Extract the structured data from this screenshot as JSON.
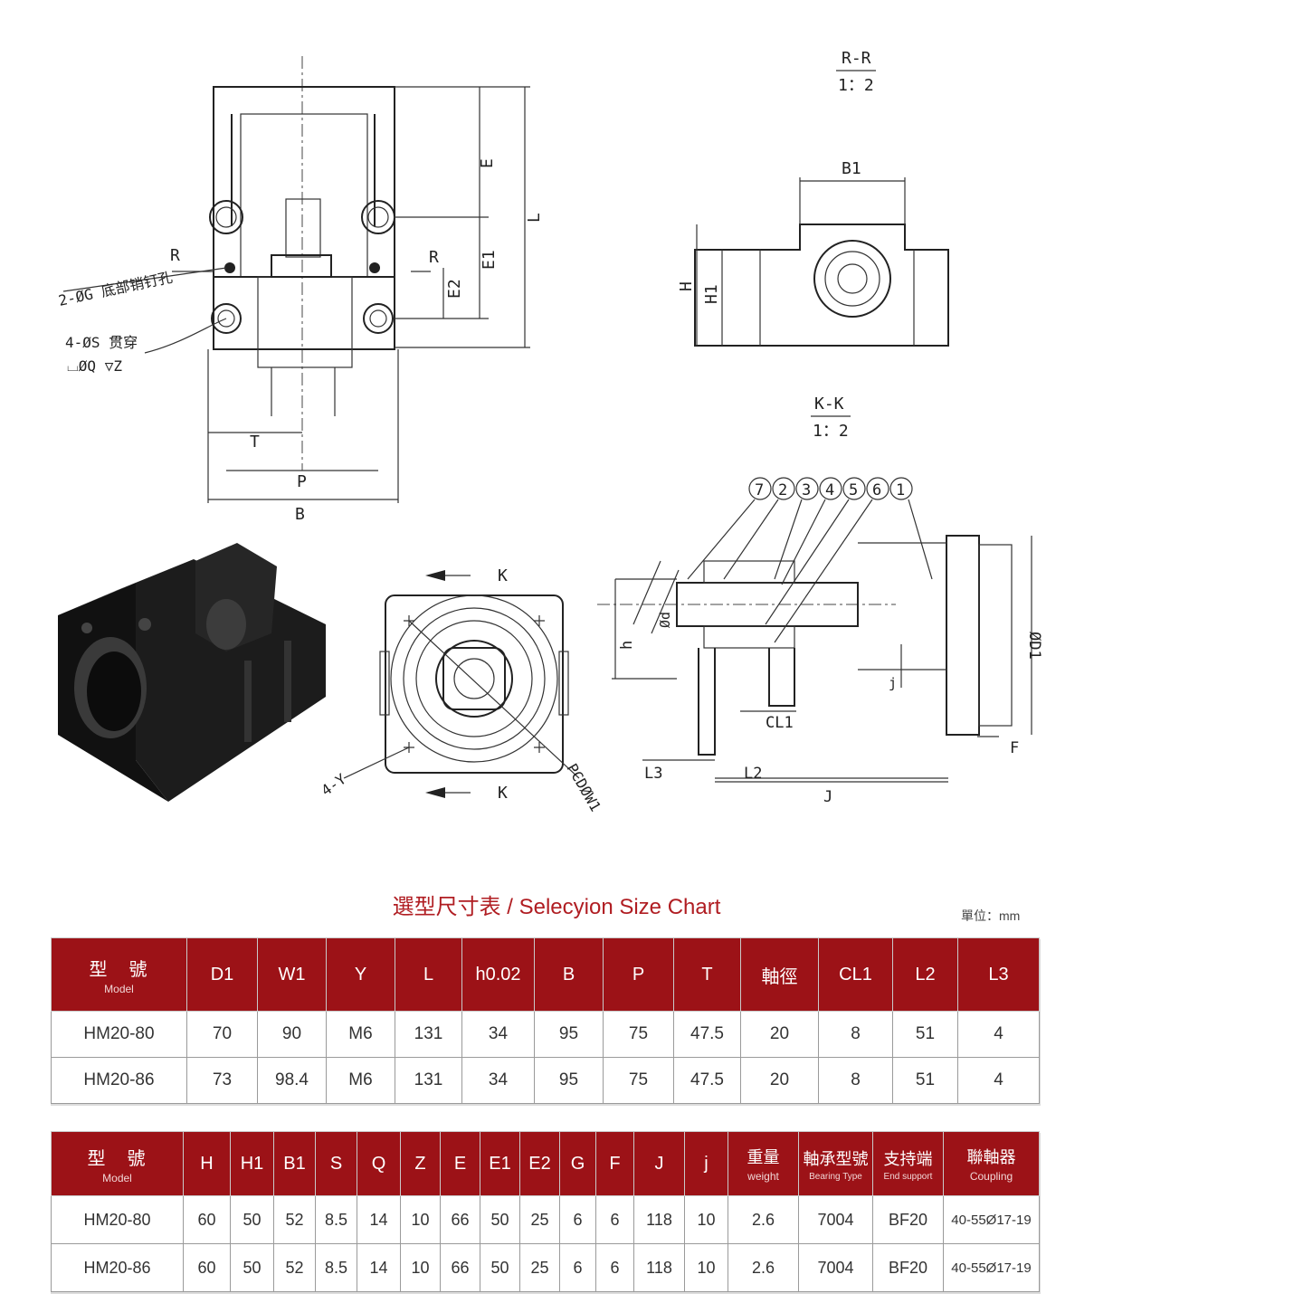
{
  "drawing": {
    "labels": {
      "E": "E",
      "E1": "E1",
      "L": "L",
      "E2": "E2",
      "R_left": "R",
      "R_right": "R",
      "hole_g": "2-ØG 底部销钉孔",
      "hole_s": "4-ØS 贯穿",
      "hole_q": "⌴ØQ ▽Z",
      "T": "T",
      "P": "P",
      "B": "B",
      "rr_title": "R-R",
      "rr_scale": "1：2",
      "B1": "B1",
      "H": "H",
      "H1": "H1",
      "kk_title": "K-K",
      "kk_scale": "1：2",
      "parts": [
        "7",
        "2",
        "3",
        "4",
        "5",
        "6",
        "1"
      ],
      "K_top": "K",
      "K_bottom": "K",
      "Y": "4-Y",
      "PCD": "PCDØW1",
      "d1": "Ød",
      "h": "h",
      "D1": "ØD1",
      "CL1": "CL1",
      "L3": "L3",
      "L2": "L2",
      "J": "J",
      "F": "F",
      "j": "j"
    }
  },
  "chart": {
    "title": "選型尺寸表 / Selecyion Size Chart",
    "unit": "單位：mm"
  },
  "table1": {
    "model_label": "型　號",
    "model_label_en": "Model",
    "headers": [
      "D1",
      "W1",
      "Y",
      "L",
      "h0.02",
      "B",
      "P",
      "T",
      "軸徑",
      "CL1",
      "L2",
      "L3"
    ],
    "rows": [
      [
        "HM20-80",
        "70",
        "90",
        "M6",
        "131",
        "34",
        "95",
        "75",
        "47.5",
        "20",
        "8",
        "51",
        "4"
      ],
      [
        "HM20-86",
        "73",
        "98.4",
        "M6",
        "131",
        "34",
        "95",
        "75",
        "47.5",
        "20",
        "8",
        "51",
        "4"
      ]
    ]
  },
  "table2": {
    "model_label": "型　號",
    "model_label_en": "Model",
    "headers": [
      "H",
      "H1",
      "B1",
      "S",
      "Q",
      "Z",
      "E",
      "E1",
      "E2",
      "G",
      "F",
      "J",
      "j"
    ],
    "headers_bilingual": [
      {
        "cn": "重量",
        "en": "weight"
      },
      {
        "cn": "軸承型號",
        "en": "Bearing Type"
      },
      {
        "cn": "支持端",
        "en": "End support"
      },
      {
        "cn": "聯軸器",
        "en": "Coupling"
      }
    ],
    "rows": [
      [
        "HM20-80",
        "60",
        "50",
        "52",
        "8.5",
        "14",
        "10",
        "66",
        "50",
        "25",
        "6",
        "6",
        "118",
        "10",
        "2.6",
        "7004",
        "BF20",
        "40-55Ø17-19"
      ],
      [
        "HM20-86",
        "60",
        "50",
        "52",
        "8.5",
        "14",
        "10",
        "66",
        "50",
        "25",
        "6",
        "6",
        "118",
        "10",
        "2.6",
        "7004",
        "BF20",
        "40-55Ø17-19"
      ]
    ]
  }
}
